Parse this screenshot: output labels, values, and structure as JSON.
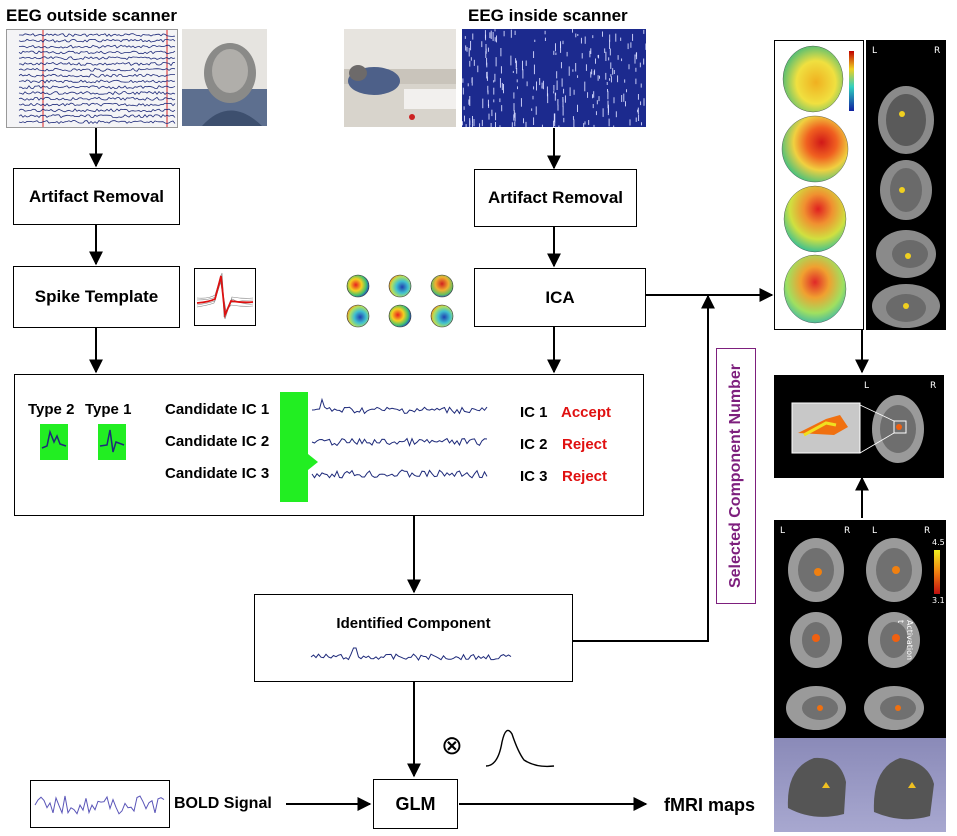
{
  "titles": {
    "eeg_outside": "EEG outside scanner",
    "eeg_inside": "EEG inside scanner"
  },
  "boxes": {
    "artifact_left": "Artifact Removal",
    "artifact_right": "Artifact Removal",
    "spike_template": "Spike Template",
    "ica": "ICA",
    "identified": "Identified Component",
    "glm": "GLM"
  },
  "candidates": {
    "type2": "Type 2",
    "type1": "Type 1",
    "rows": [
      {
        "name": "Candidate IC 1",
        "ic": "IC 1",
        "decision": "Accept"
      },
      {
        "name": "Candidate IC 2",
        "ic": "IC 2",
        "decision": "Reject"
      },
      {
        "name": "Candidate IC 3",
        "ic": "IC 3",
        "decision": "Reject"
      }
    ]
  },
  "selected_component": "Selected Component Number",
  "bold_signal": "BOLD Signal",
  "fmri_maps": "fMRI maps",
  "convolve_symbol": "⊗",
  "mri": {
    "left": "L",
    "right": "R",
    "activation_label": "Activation t",
    "activation_max": "4.5",
    "activation_min": "3.1"
  },
  "colors": {
    "accept": "#e01010",
    "reject": "#e01010",
    "highlight_green": "#22ee22",
    "eeg_blue": "#1e2a7a",
    "label_purple": "#7d1f7d"
  }
}
